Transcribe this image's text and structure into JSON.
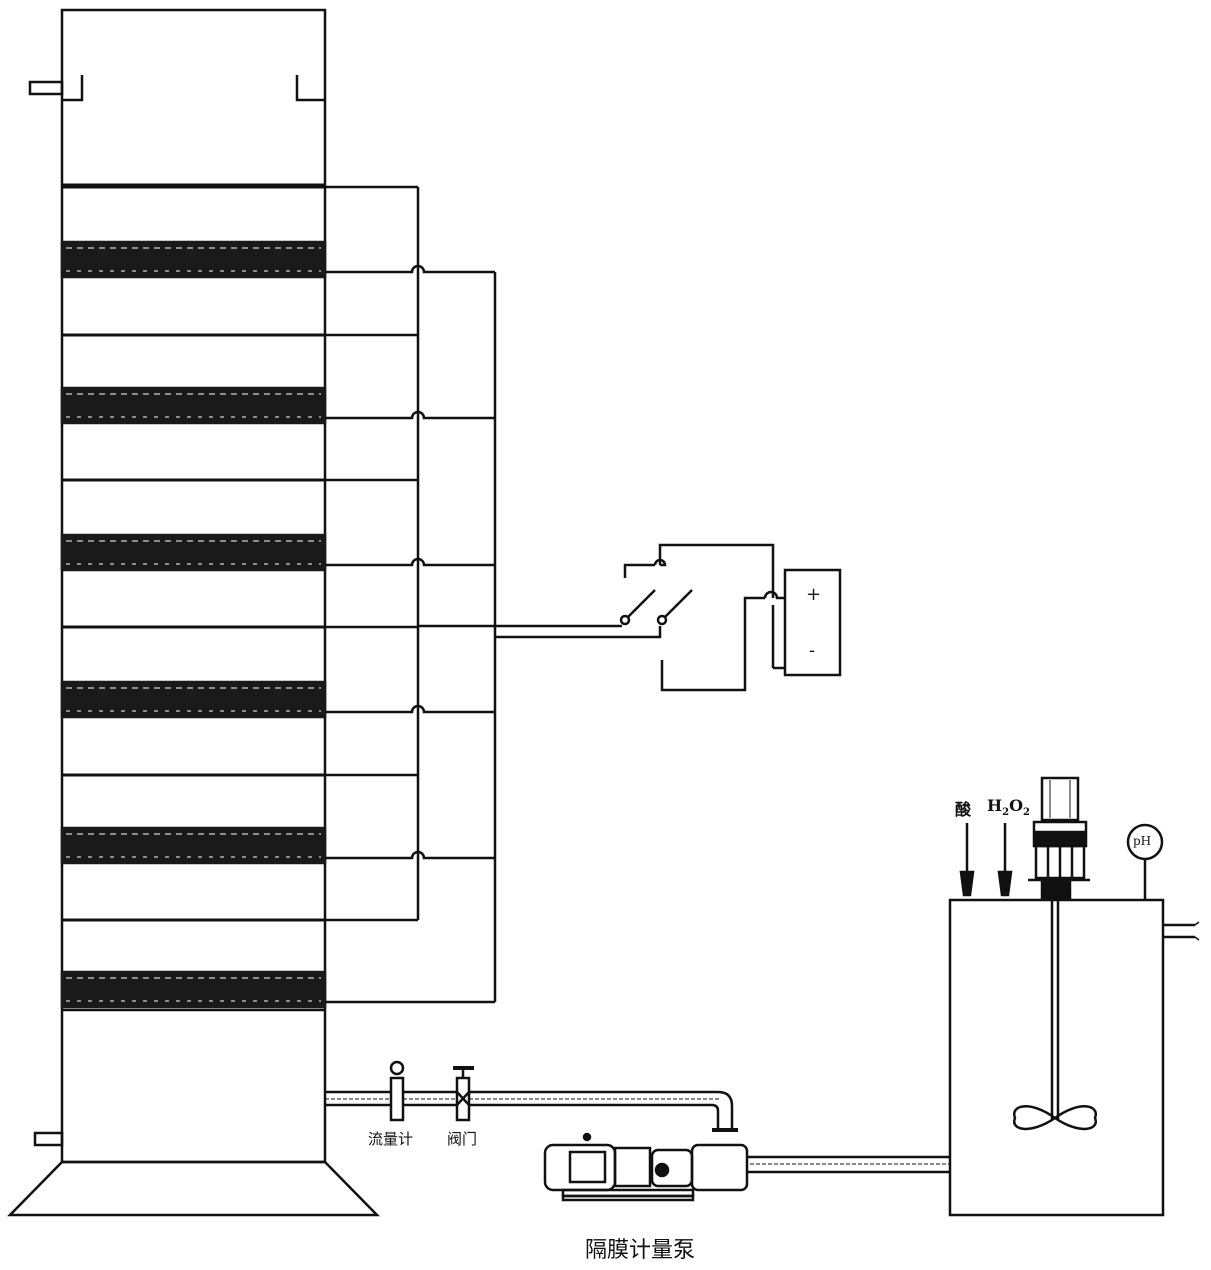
{
  "labels": {
    "flowmeter": "流量计",
    "valve": "阀门",
    "pump": "隔膜计量泵",
    "acid": "酸",
    "h2o2_main": "H",
    "h2o2_sub1": "2",
    "h2o2_o": "O",
    "h2o2_sub2": "2",
    "ph": "pH",
    "plus": "+",
    "minus": "-"
  },
  "colors": {
    "line": "#111111",
    "band": "#1a1a1a"
  }
}
